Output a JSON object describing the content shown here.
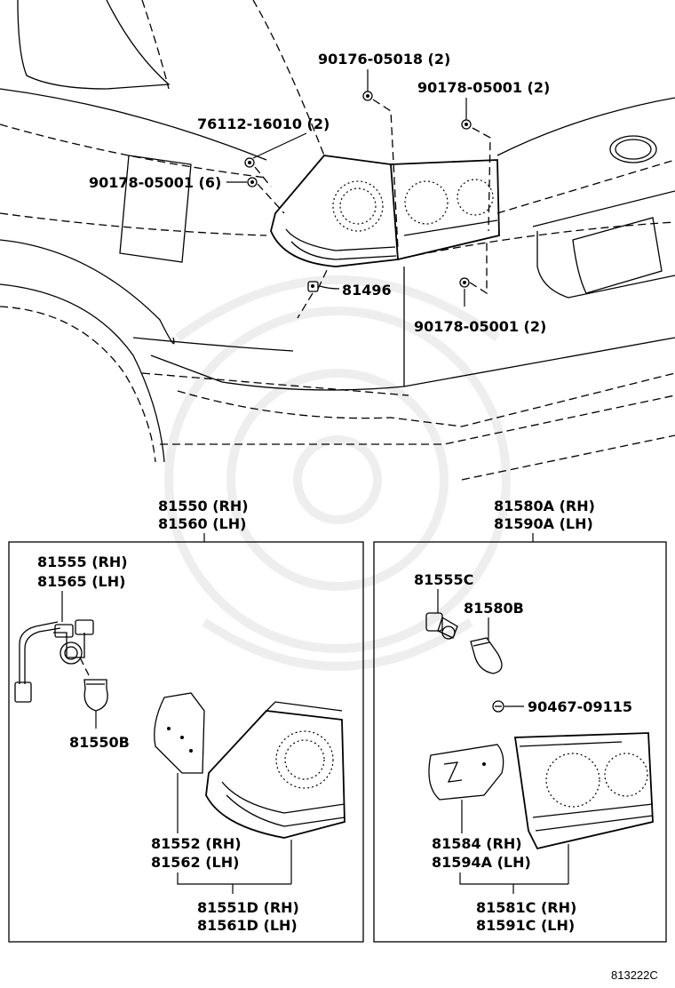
{
  "labels": {
    "p90176_05018": "90176-05018 (2)",
    "p90178_05001_a": "90178-05001 (2)",
    "p76112_16010": "76112-16010 (2)",
    "p90178_05001_6": "90178-05001 (6)",
    "p81496": "81496",
    "p90178_05001_b": "90178-05001 (2)",
    "p81550_rh": "81550 (RH)",
    "p81560_lh": "81560 (LH)",
    "p81580a_rh": "81580A (RH)",
    "p81590a_lh": "81590A (LH)",
    "p81555_rh": "81555 (RH)",
    "p81565_lh": "81565 (LH)",
    "p81550b": "81550B",
    "p81552_rh": "81552 (RH)",
    "p81562_lh": "81562 (LH)",
    "p81551d_rh": "81551D (RH)",
    "p81561d_lh": "81561D (LH)",
    "p81555c": "81555C",
    "p81580b": "81580B",
    "p90467_09115": "90467-09115",
    "p81584_rh": "81584 (RH)",
    "p81594a_lh": "81594A (LH)",
    "p81581c_rh": "81581C (RH)",
    "p81591c_lh": "81591C (LH)"
  },
  "figure_id": "813222C"
}
